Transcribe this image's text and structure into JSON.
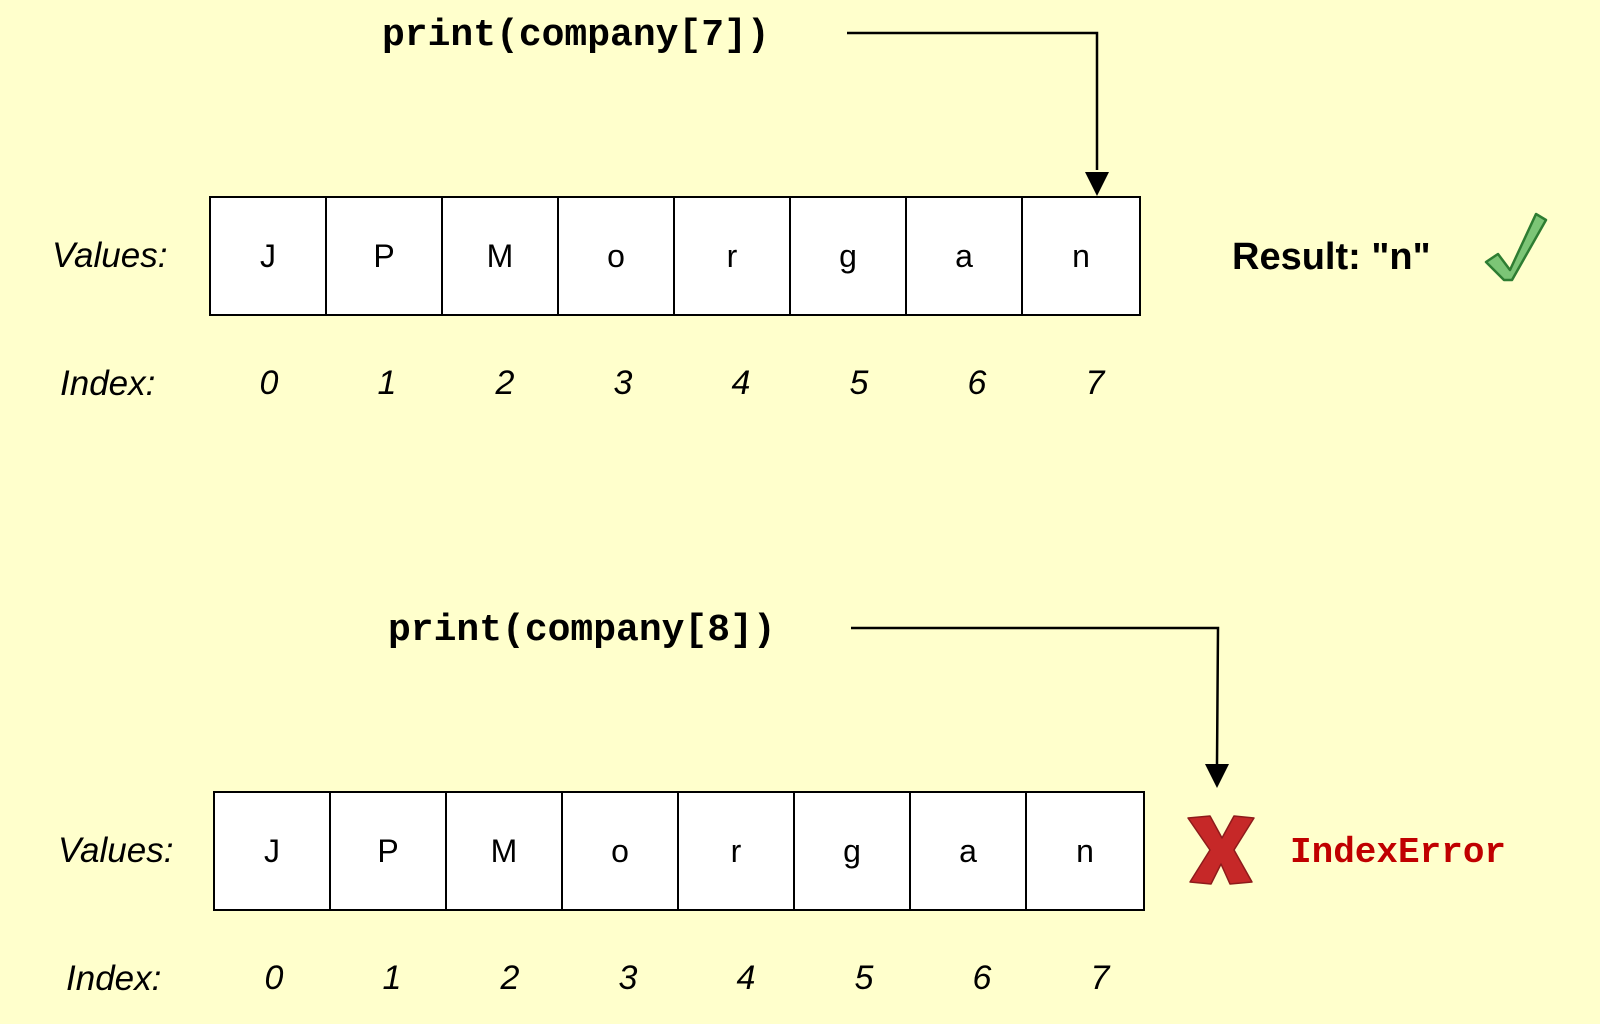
{
  "colors": {
    "background": "#ffffcc",
    "check_fill": "#7cc576",
    "check_stroke": "#2e7d32",
    "cross_fill": "#c62828",
    "error_text": "#c00000"
  },
  "top": {
    "code": "print(company[7])",
    "values_label": "Values:",
    "index_label": "Index:",
    "values": [
      "J",
      "P",
      "M",
      "o",
      "r",
      "g",
      "a",
      "n"
    ],
    "indices": [
      "0",
      "1",
      "2",
      "3",
      "4",
      "5",
      "6",
      "7"
    ],
    "result_text": "Result: \"n\"",
    "status_icon": "check-icon"
  },
  "bottom": {
    "code": "print(company[8])",
    "values_label": "Values:",
    "index_label": "Index:",
    "values": [
      "J",
      "P",
      "M",
      "o",
      "r",
      "g",
      "a",
      "n"
    ],
    "indices": [
      "0",
      "1",
      "2",
      "3",
      "4",
      "5",
      "6",
      "7"
    ],
    "error_text": "IndexError",
    "status_icon": "cross-icon"
  }
}
